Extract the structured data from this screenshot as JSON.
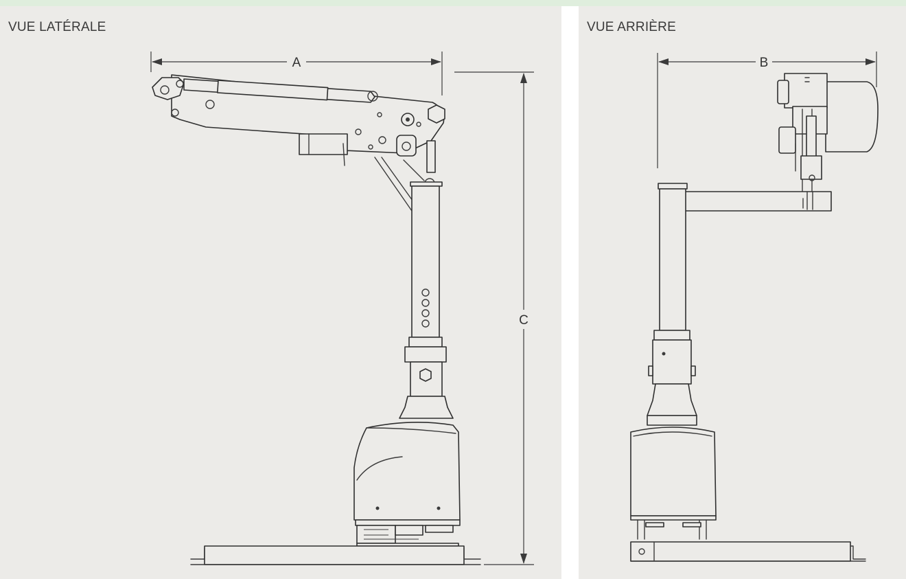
{
  "views": {
    "side": {
      "title": "VUE LATÉRALE",
      "dimension_labels": {
        "a": "A",
        "c": "C"
      }
    },
    "rear": {
      "title": "VUE ARRIÈRE",
      "dimension_labels": {
        "b": "B"
      }
    }
  },
  "colors": {
    "panel_background": "#ecebe8",
    "top_strip": "#dfeedd",
    "line": "#3b3b3b"
  }
}
